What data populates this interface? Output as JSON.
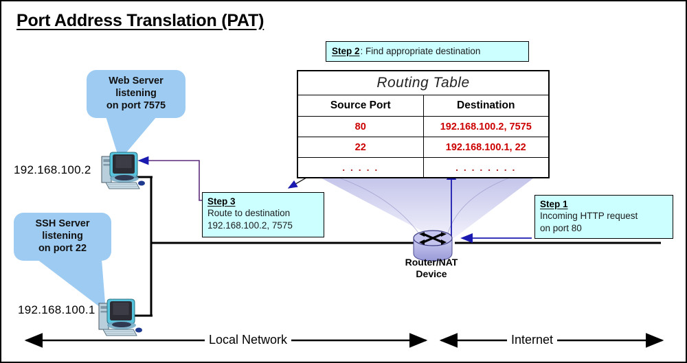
{
  "page": {
    "title": "Port Address Translation (PAT)"
  },
  "steps": [
    {
      "id": "step1",
      "label": "Step 1",
      "line1": "Incoming HTTP request",
      "line2": "on port 80"
    },
    {
      "id": "step2",
      "label": "Step 2",
      "text": ": Find appropriate destination"
    },
    {
      "id": "step3",
      "label": "Step 3",
      "line1": "Route to destination",
      "line2": "192.168.100.2, 7575"
    }
  ],
  "routing_table": {
    "title": "Routing Table",
    "headers": [
      "Source Port",
      "Destination"
    ],
    "rows": [
      [
        "80",
        "192.168.100.2, 7575"
      ],
      [
        "22",
        "192.168.100.1, 22"
      ],
      [
        ". . . . .",
        ". . . . . . . ."
      ]
    ]
  },
  "hosts": [
    {
      "id": "web-server",
      "bubble": [
        "Web Server",
        "listening",
        "on port 7575"
      ],
      "ip": "192.168.100.2"
    },
    {
      "id": "ssh-server",
      "bubble": [
        "SSH Server",
        "listening",
        "on port 22"
      ],
      "ip": "192.168.100.1"
    }
  ],
  "router": {
    "line1": "Router/NAT",
    "line2": "Device"
  },
  "zones": [
    {
      "id": "local",
      "label": "Local Network"
    },
    {
      "id": "internet",
      "label": "Internet"
    }
  ],
  "colors": {
    "step_box_fill": "#ccffff",
    "bubble_fill": "#9ecbf2",
    "table_value_red": "#cc0000",
    "arrow_blue": "#1a1ab0",
    "funnel_lavender": "#ccccee",
    "router_body": "#b8b8e8",
    "border_black": "#000000"
  }
}
